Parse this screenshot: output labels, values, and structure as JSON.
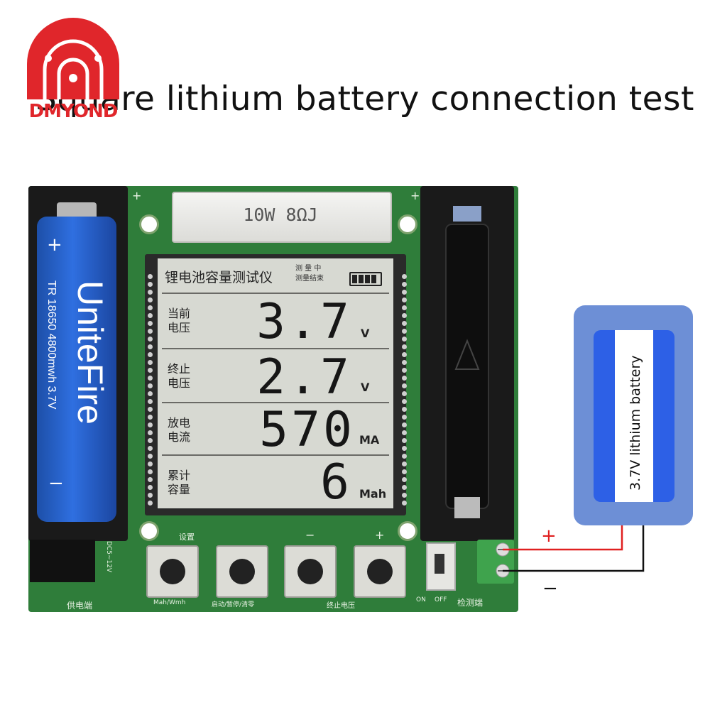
{
  "headline": "Square lithium battery connection test",
  "logo": {
    "text": "DMYOND",
    "color": "#e0262b"
  },
  "board": {
    "resistor_label": "10W 8ΩJ",
    "silk_plus": "+",
    "power_label": "供电端",
    "detect_label": "检测端",
    "switch_on": "ON",
    "switch_off": "OFF",
    "dc_label": "DC5~12V",
    "buttons": [
      {
        "top": "设置",
        "bottom": "Mah/Wmh"
      },
      {
        "top": "",
        "bottom": "启动/暂停/清零"
      },
      {
        "top": "−",
        "bottom": "终止电压"
      },
      {
        "top": "+",
        "bottom": ""
      }
    ]
  },
  "battery": {
    "brand": "UniteFire",
    "spec": "TR 18650 4800mwh 3.7V",
    "plus": "+",
    "minus": "−"
  },
  "lcd": {
    "title": "锂电池容量测试仪",
    "status_measuring": "测 量 中",
    "status_done": "测量结束",
    "rows": [
      {
        "label1": "当前",
        "label2": "电压",
        "value": "3.7",
        "unit": "V"
      },
      {
        "label1": "终止",
        "label2": "电压",
        "value": "2.7",
        "unit": "V"
      },
      {
        "label1": "放电",
        "label2": "电流",
        "value": "570",
        "unit": "MA"
      },
      {
        "label1": "累计",
        "label2": "容量",
        "value": "6",
        "unit": "Mah"
      }
    ]
  },
  "external_battery": {
    "label": "3.7V lithium battery",
    "plus": "+",
    "minus": "−"
  }
}
